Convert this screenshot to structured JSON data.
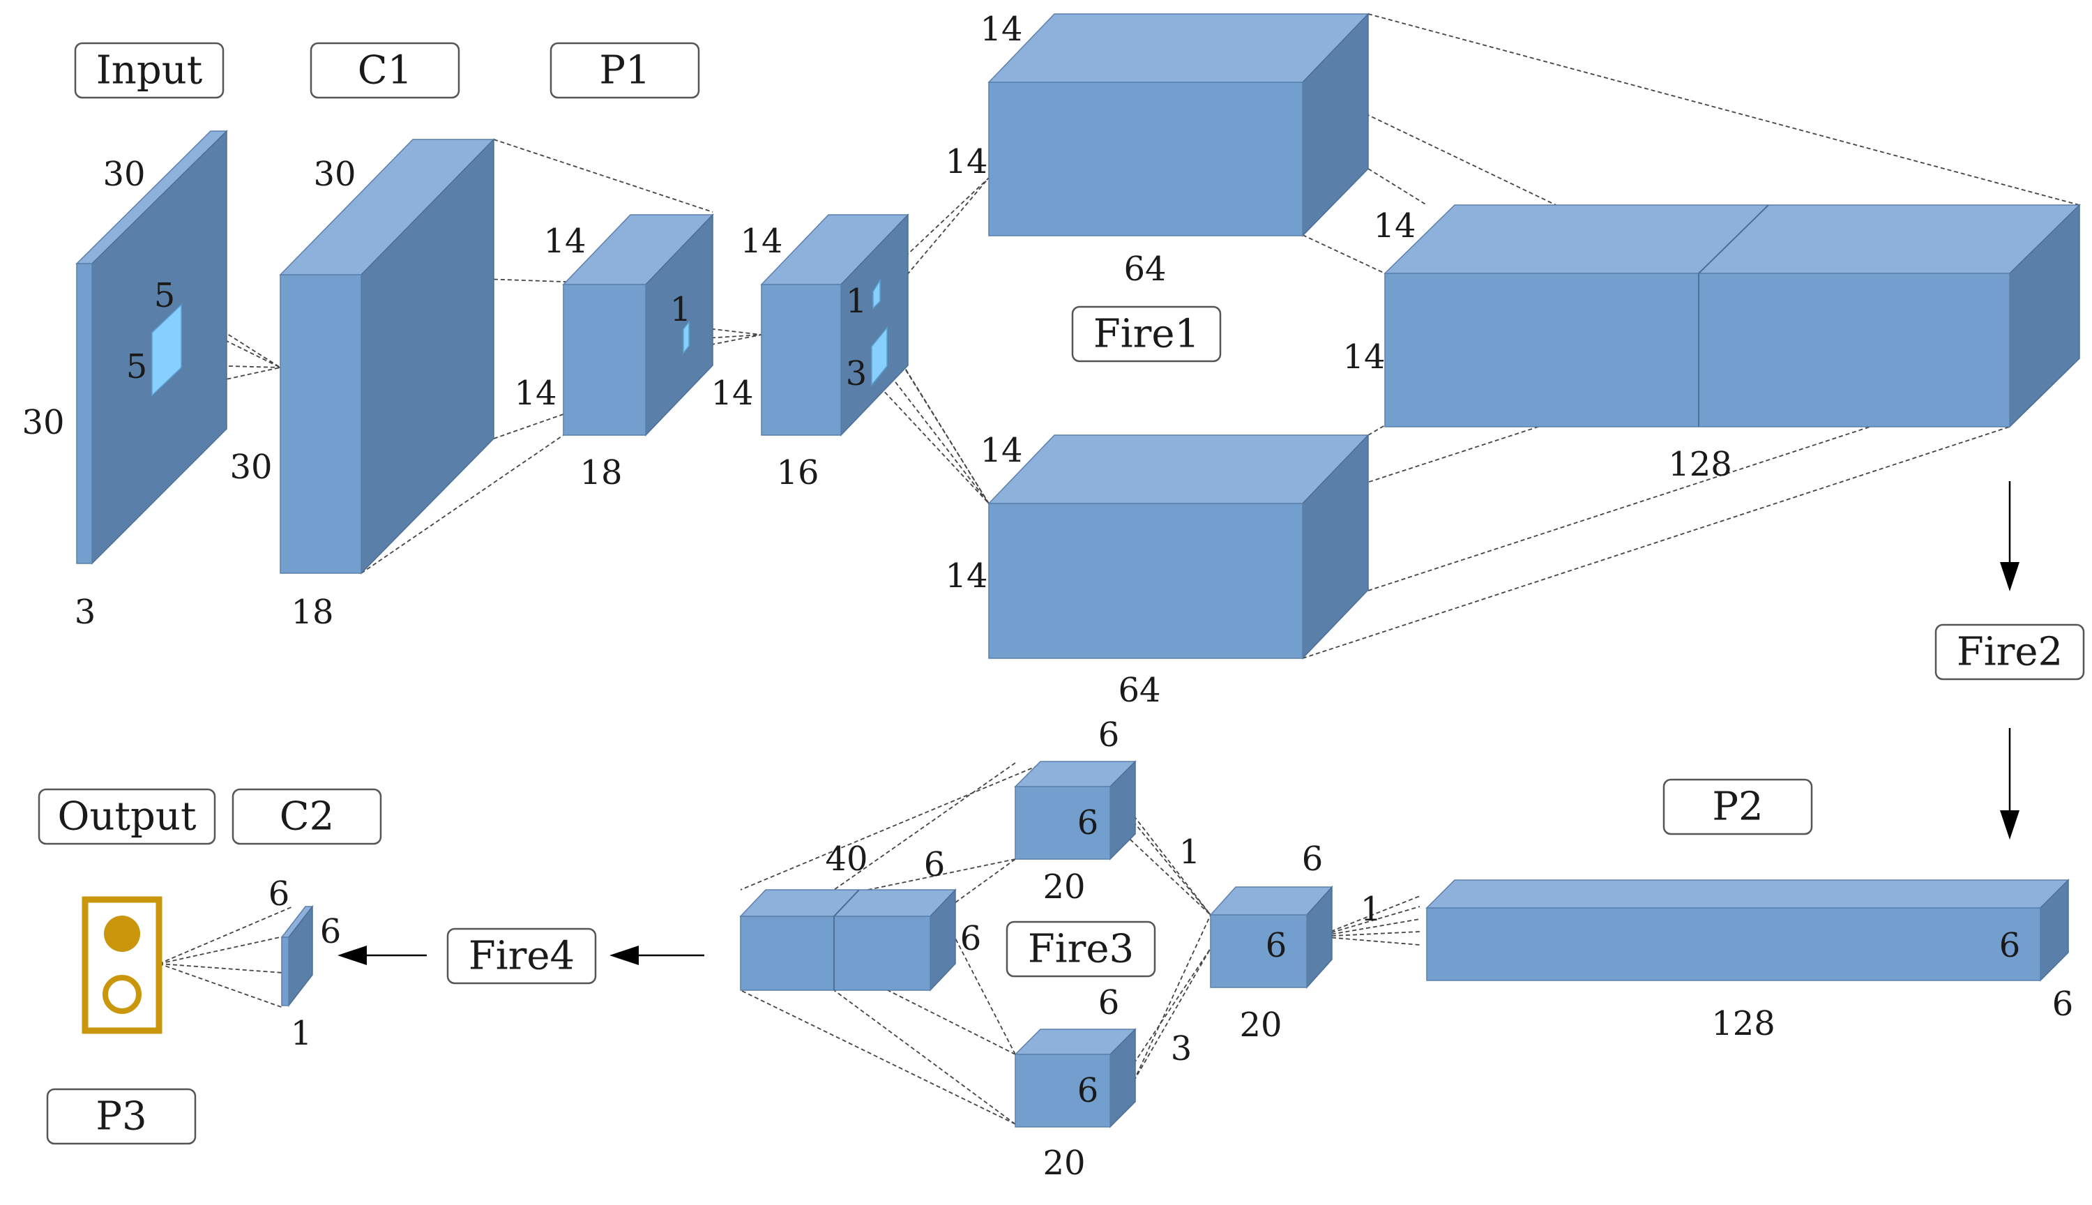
{
  "colors": {
    "block_front": "#739fcf",
    "block_top": "#8eb1dc",
    "block_side": "#5a7fa8",
    "kernel": "#87cfff",
    "output_icon": "#c9960c",
    "line": "#444444"
  },
  "boxes": {
    "input": "Input",
    "c1": "C1",
    "p1": "P1",
    "fire1": "Fire1",
    "fire2": "Fire2",
    "p2": "P2",
    "fire3": "Fire3",
    "fire4": "Fire4",
    "output": "Output",
    "c2": "C2",
    "p3": "P3"
  },
  "dims": {
    "input_depth": "30",
    "input_height": "30",
    "input_channels": "3",
    "kernel_a": "5",
    "kernel_b": "5",
    "c1_depth": "30",
    "c1_height": "30",
    "c1_channels": "18",
    "p1_depth": "14",
    "p1_height": "14",
    "p1_channels": "18",
    "p1_kernel": "1",
    "s_depth": "14",
    "s_height": "14",
    "s_channels": "16",
    "s_kernel1": "1",
    "s_kernel3": "3",
    "e1_depth": "14",
    "e1_height": "14",
    "e1_channels": "64",
    "e3_depth": "14",
    "e3_height": "14",
    "e3_channels": "64",
    "f_depth": "14",
    "f_height": "14",
    "f_channels": "128",
    "p2_height": "6",
    "p2_depth": "6",
    "p2_channels": "128",
    "f3s_depth": "6",
    "f3s_height": "6",
    "f3s_channels": "20",
    "f3s_k1": "1",
    "f3s_k3": "3",
    "f3e1_depth": "6",
    "f3e1_height": "6",
    "f3e1_channels": "20",
    "f3e3_depth": "6",
    "f3e3_height": "6",
    "f3e3_channels": "20",
    "p2s_k1": "1",
    "f3cat_channels": "40",
    "f3cat_depth": "6",
    "f3cat_height": "6",
    "c2_depth": "6",
    "c2_height": "6",
    "c2_channels": "1"
  }
}
